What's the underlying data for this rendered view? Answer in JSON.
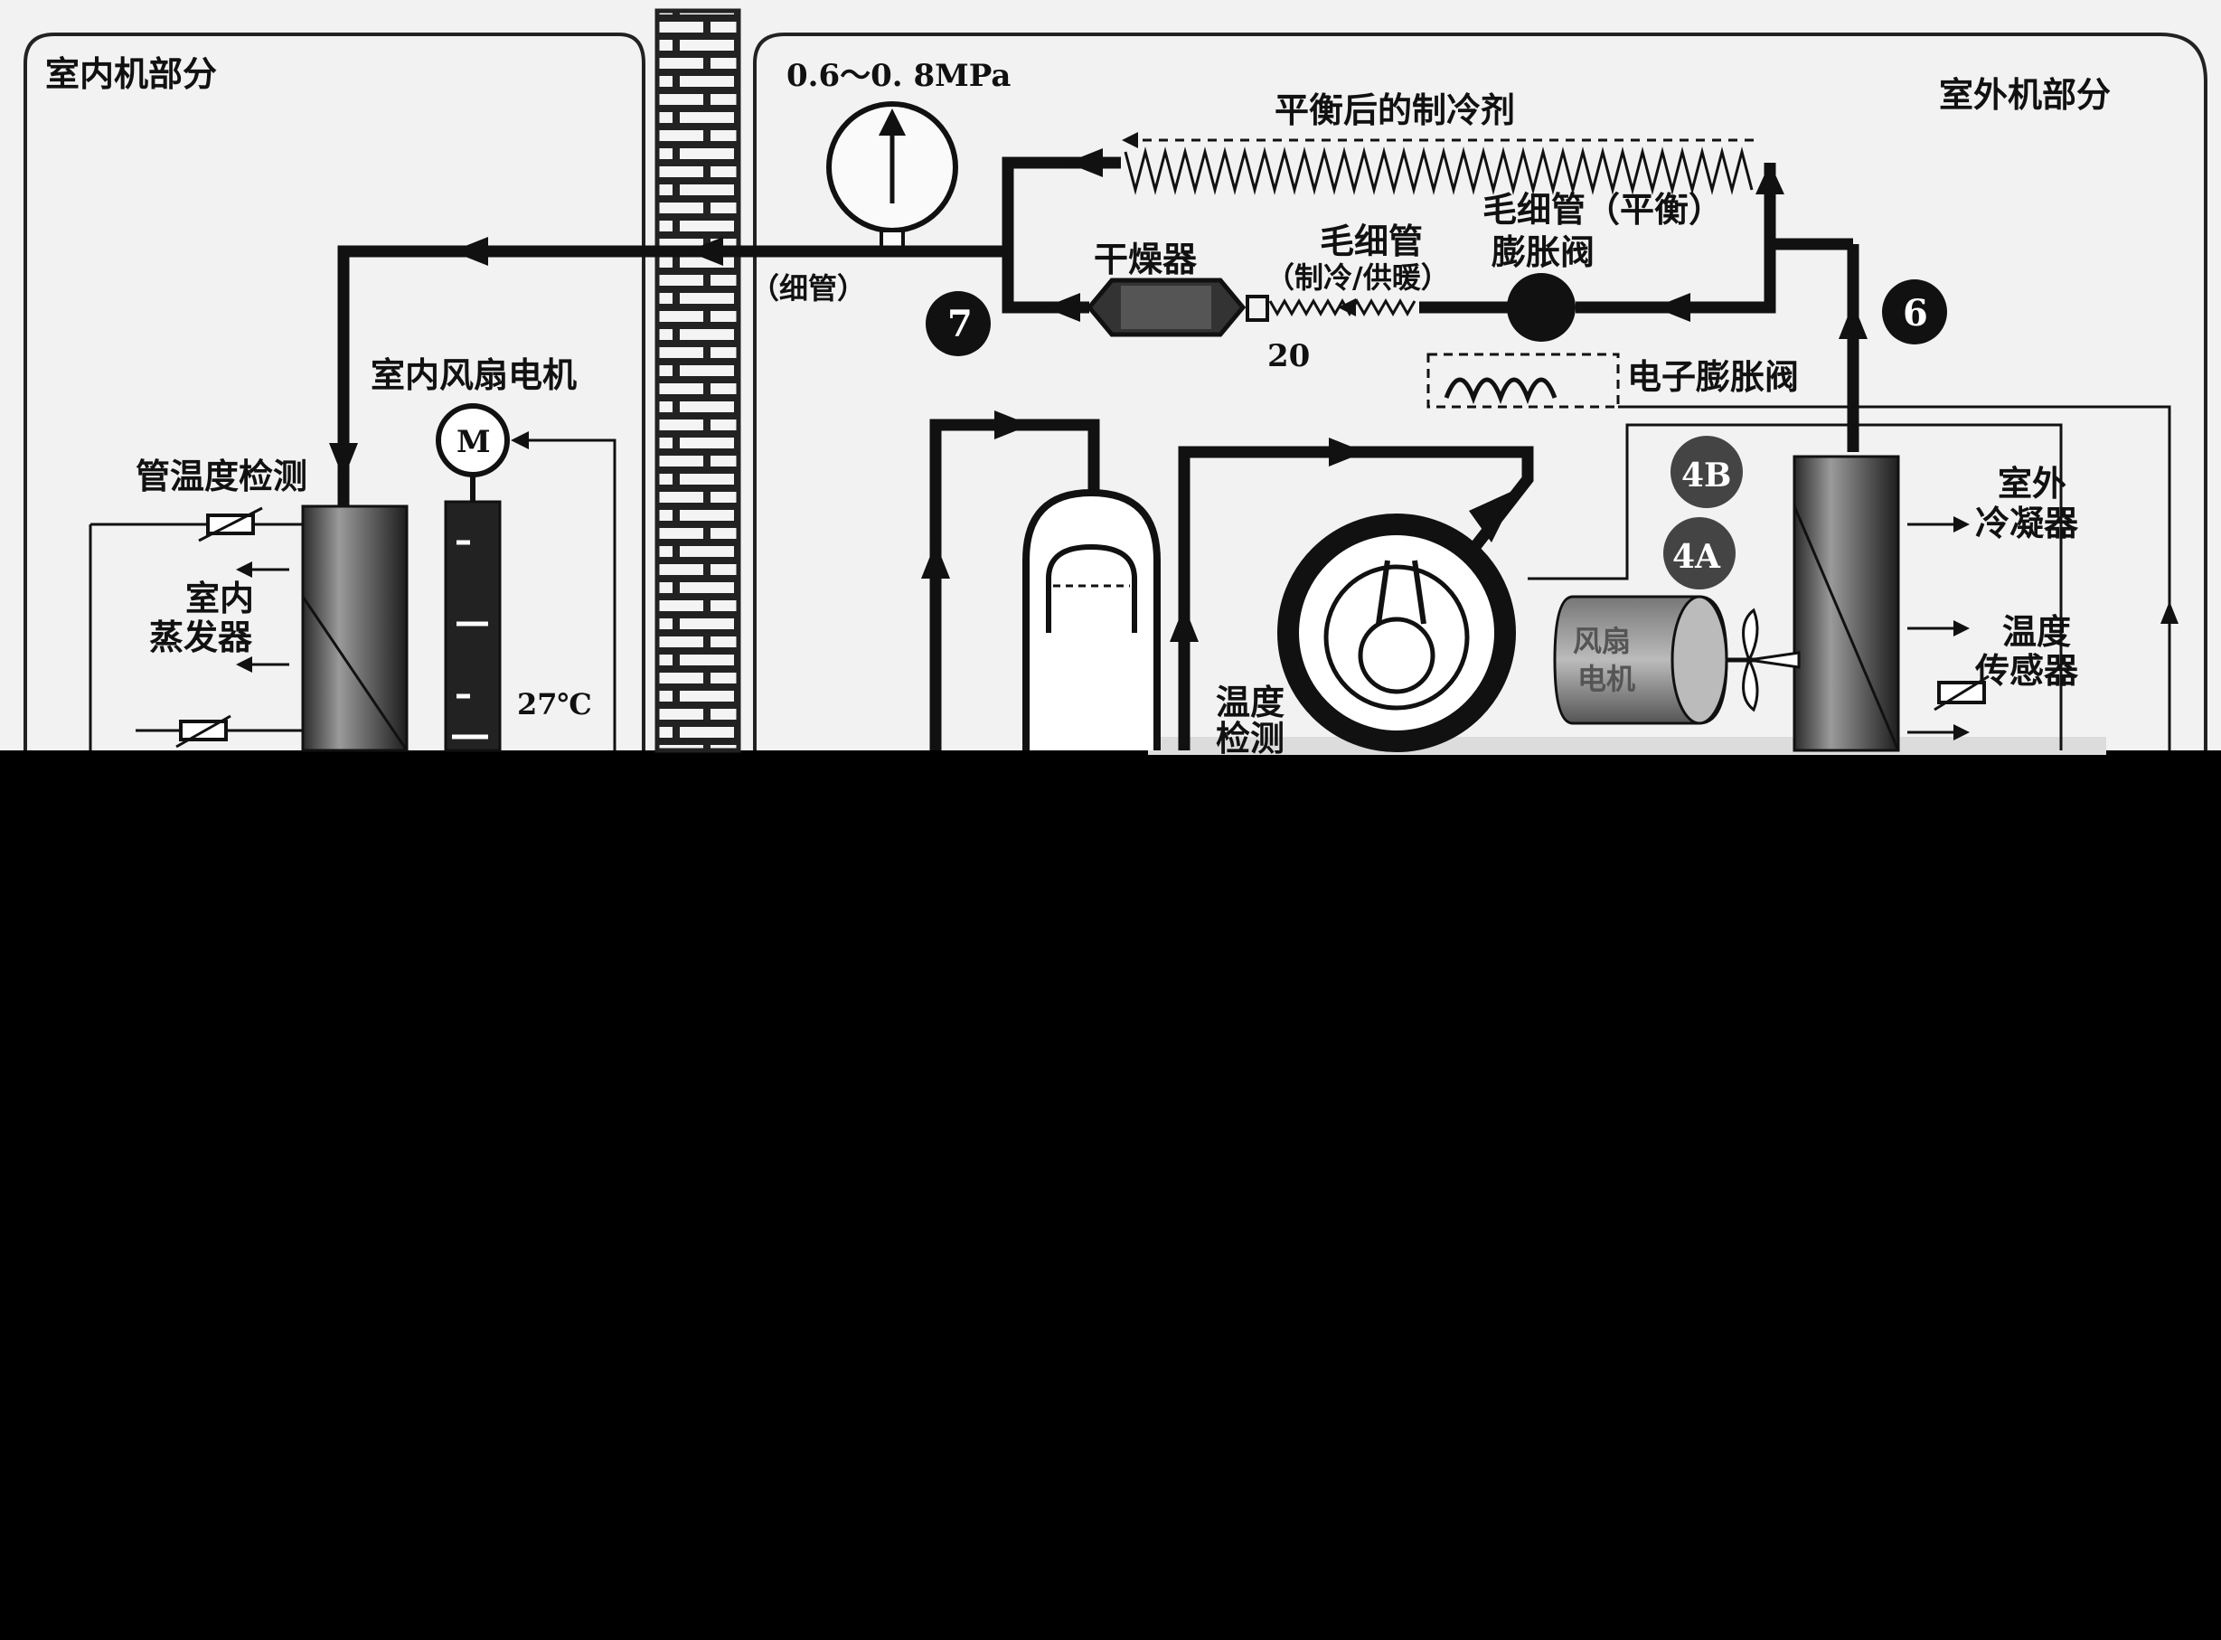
{
  "indoor": {
    "title": "室内机部分",
    "fan_motor": "室内风扇电机",
    "motor_symbol": "M",
    "pipe_temp_detect": "管温度检测",
    "evaporator_line1": "室内",
    "evaporator_line2": "蒸发器",
    "temp": "27℃"
  },
  "outdoor": {
    "title": "室外机部分",
    "pressure": "0.6～0. 8MPa",
    "balanced_refrigerant": "平衡后的制冷剂",
    "thin_pipe": "（细管）",
    "dryer": "干燥器",
    "capillary_line1": "毛细管",
    "capillary_line2": "（制冷/供暖）",
    "capillary_balance": "毛细管（平衡）",
    "expansion_valve": "膨胀阀",
    "electronic_expansion_valve": "电子膨胀阀",
    "dryer_number": "20",
    "marker_7": "7",
    "marker_6": "6",
    "marker_4b": "4B",
    "marker_4a": "4A",
    "condenser_line1": "室外",
    "condenser_line2": "冷凝器",
    "temp_sensor_line1": "温度",
    "temp_sensor_line2": "传感器",
    "temp_detect_line1": "温度",
    "temp_detect_line2": "检测",
    "fan_motor_line1": "风扇",
    "fan_motor_line2": "电机"
  }
}
